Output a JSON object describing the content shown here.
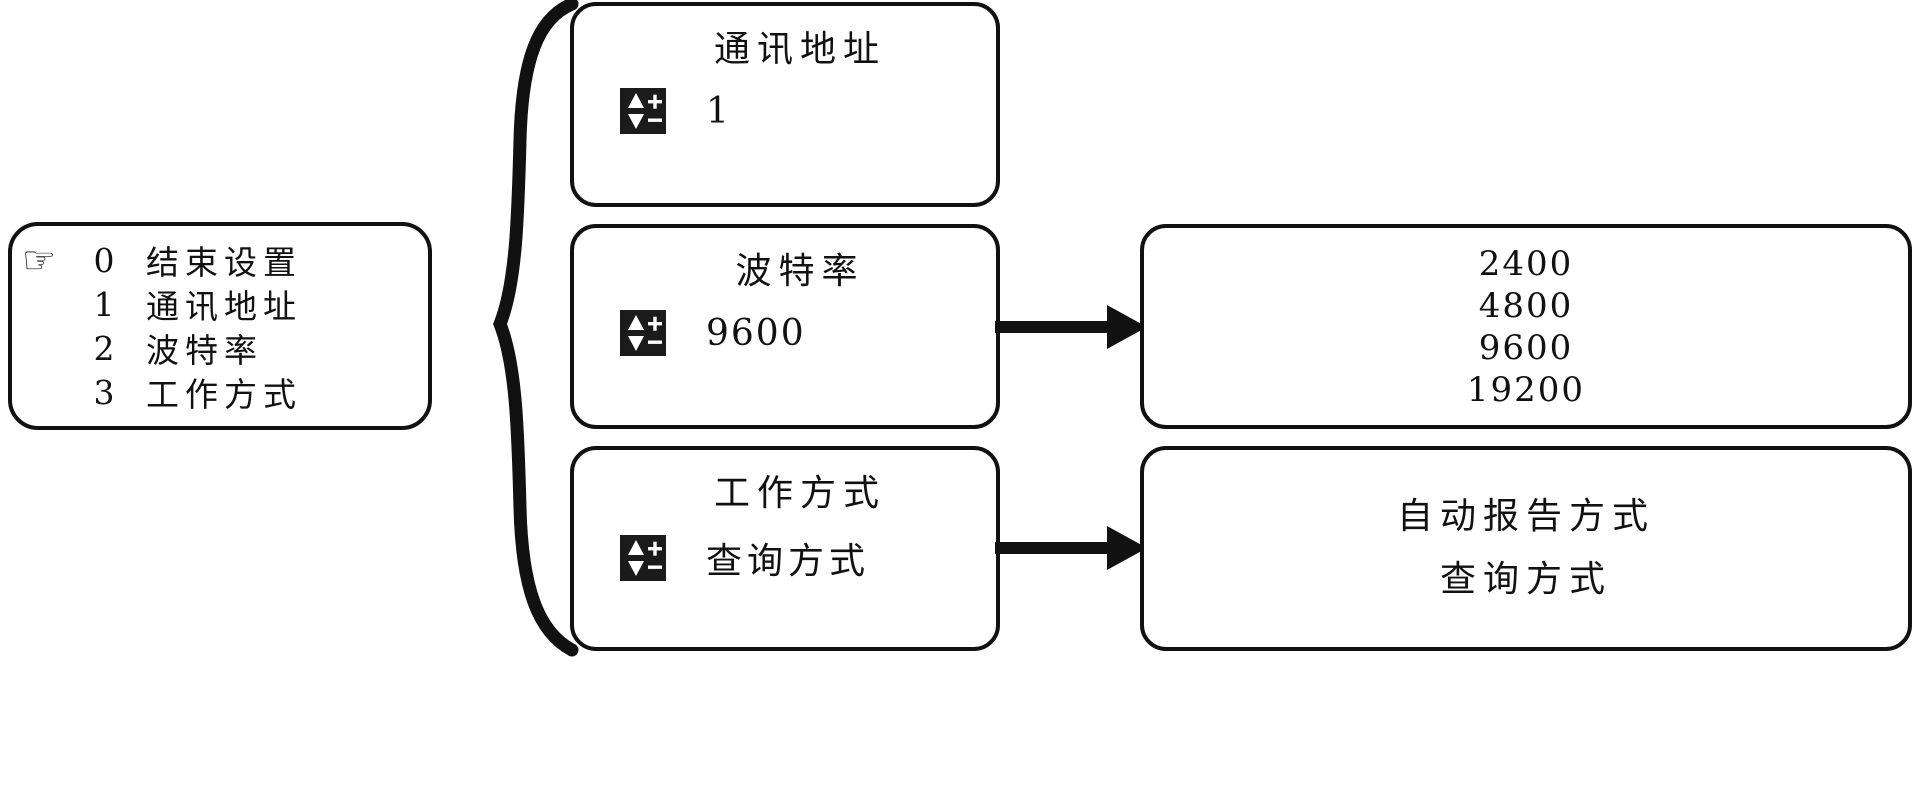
{
  "diagram": {
    "title": "Communication settings menu flow",
    "accent_color": "#111111",
    "background": "#ffffff"
  },
  "menu": {
    "name": "settings-menu",
    "cursor_icon": "pointing-hand-icon",
    "cursor_glyph": "☞",
    "cursor_row_index": 0,
    "rows": [
      {
        "index": "0",
        "label": "结束设置"
      },
      {
        "index": "1",
        "label": "通讯地址"
      },
      {
        "index": "2",
        "label": "波特率"
      },
      {
        "index": "3",
        "label": "工作方式"
      }
    ]
  },
  "params": [
    {
      "name": "comm-address",
      "title": "通讯地址",
      "value": "1",
      "stepper_icon": "up-down-plus-minus-icon"
    },
    {
      "name": "baud-rate",
      "title": "波特率",
      "value": "9600",
      "stepper_icon": "up-down-plus-minus-icon"
    },
    {
      "name": "work-mode",
      "title": "工作方式",
      "value": "查询方式",
      "stepper_icon": "up-down-plus-minus-icon"
    }
  ],
  "options": {
    "baud": {
      "name": "baud-rate-options",
      "items": [
        "2400",
        "4800",
        "9600",
        "19200"
      ]
    },
    "mode": {
      "name": "work-mode-options",
      "items": [
        "自动报告方式",
        "查询方式"
      ]
    }
  },
  "connectors": {
    "brace_icon": "curly-brace-icon",
    "arrow_baud_icon": "arrow-right-icon",
    "arrow_mode_icon": "arrow-right-icon"
  }
}
